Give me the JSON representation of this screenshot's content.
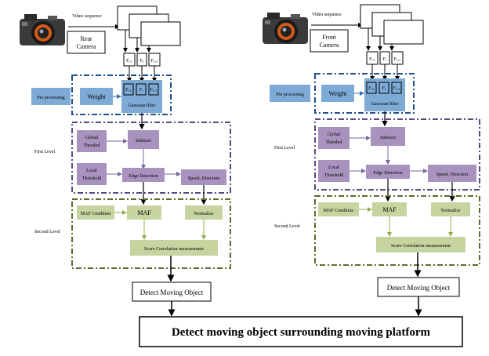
{
  "columns": [
    {
      "camera_label": "Rear Camera",
      "video_sequence": "Video sequence",
      "frames": [
        "F t-1",
        "F t",
        "F t+1"
      ],
      "stage_labels": {
        "preprocessing": "Pre processing",
        "first_level": "First Level",
        "second_level": "Second Level"
      },
      "weight": "Weight",
      "gaussian_filter": "Gaussian filter",
      "global_threshold": "Global Threshol",
      "subtract": "Subtract",
      "local_threshold": "Local Threshold",
      "edge_detection": "Edge Detection",
      "speed_direction": "Speed, Direction",
      "maf_condition": "MAF Condition",
      "maf": "MAF",
      "normalize": "Normalize",
      "score_correlation": "Score Correlation measurement",
      "detect_moving_object": "Detect Moving Object"
    },
    {
      "camera_label": "Front Camera",
      "video_sequence": "Video sequence",
      "frames": [
        "F t-1",
        "F t",
        "F t+1"
      ],
      "stage_labels": {
        "preprocessing": "Pre processing",
        "first_level": "First Level",
        "second_level": "Second Level"
      },
      "weight": "Weight",
      "gaussian_filter": "Gaussian filter",
      "global_threshold": "Global Threshol",
      "subtract": "Subtract",
      "local_threshold": "Local Threshold",
      "edge_detection": "Edge Detection",
      "speed_direction": "Speed, Direction",
      "maf_condition": "MAF Condition",
      "maf": "MAF",
      "normalize": "Normalize",
      "score_correlation": "Score Correlation measurement",
      "detect_moving_object": "Detect Moving Object"
    }
  ],
  "final_output": "Detect moving object surrounding moving platform",
  "colors": {
    "blue_box": "#7eaad6",
    "purple_box": "#a893bf",
    "green_box": "#c6d4a0",
    "blue_border": "#1f4e8c",
    "purple_border": "#5a4880",
    "green_border": "#5c6b2e",
    "green_arrow": "#8fb04a",
    "purple_arrow": "#7a66a6"
  }
}
